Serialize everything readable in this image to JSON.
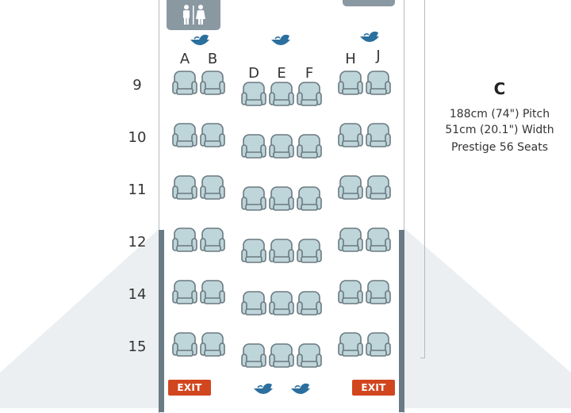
{
  "cabin": {
    "class_letter": "C",
    "pitch": "188cm (74\") Pitch",
    "width": "51cm (20.1\") Width",
    "seats": "Prestige 56 Seats"
  },
  "columns": [
    "A",
    "B",
    "D",
    "E",
    "F",
    "H",
    "J"
  ],
  "rows": [
    "9",
    "10",
    "11",
    "12",
    "14",
    "15"
  ],
  "exits": {
    "left": "EXIT",
    "right": "EXIT"
  },
  "icons": {
    "lavatory": "restroom-icon",
    "bassinet": "bassinet-icon",
    "seat": "seat-icon"
  },
  "colors": {
    "seat_fill": "#bed5da",
    "seat_outline": "#6a7a80",
    "exit": "#d2461f",
    "bassinet": "#2b6f9e",
    "wing": "#6b7b85",
    "lavatory": "#8a98a2"
  }
}
